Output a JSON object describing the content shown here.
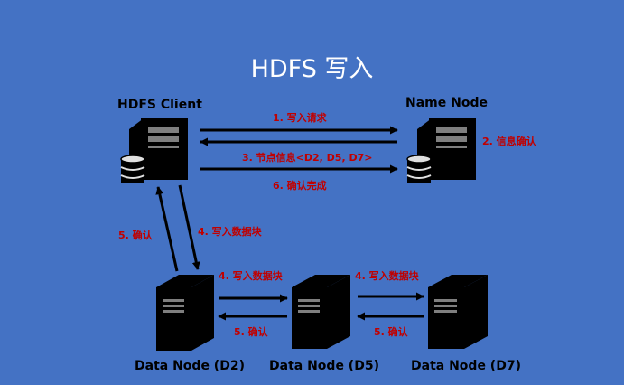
{
  "title": "HDFS 写入",
  "nodes": {
    "client": "HDFS Client",
    "namenode": "Name Node",
    "d2": "Data Node (D2)",
    "d5": "Data Node (D5)",
    "d7": "Data Node (D7)"
  },
  "steps": {
    "s1": "1. 写入请求",
    "s2": "2. 信息确认",
    "s3": "3. 节点信息<D2, D5, D7>",
    "s6": "6. 确认完成",
    "s4_client": "4. 写入数据块",
    "s5_client": "5. 确认",
    "s4_d2": "4. 写入数据块",
    "s5_d2": "5. 确认",
    "s4_d5": "4. 写入数据块",
    "s5_d5": "5. 确认"
  },
  "colors": {
    "background": "#4472C4",
    "accent_text": "#C00000",
    "arrows": "#000000",
    "server": "#000000"
  },
  "icons": [
    "server-with-database-icon",
    "tower-server-icon"
  ]
}
